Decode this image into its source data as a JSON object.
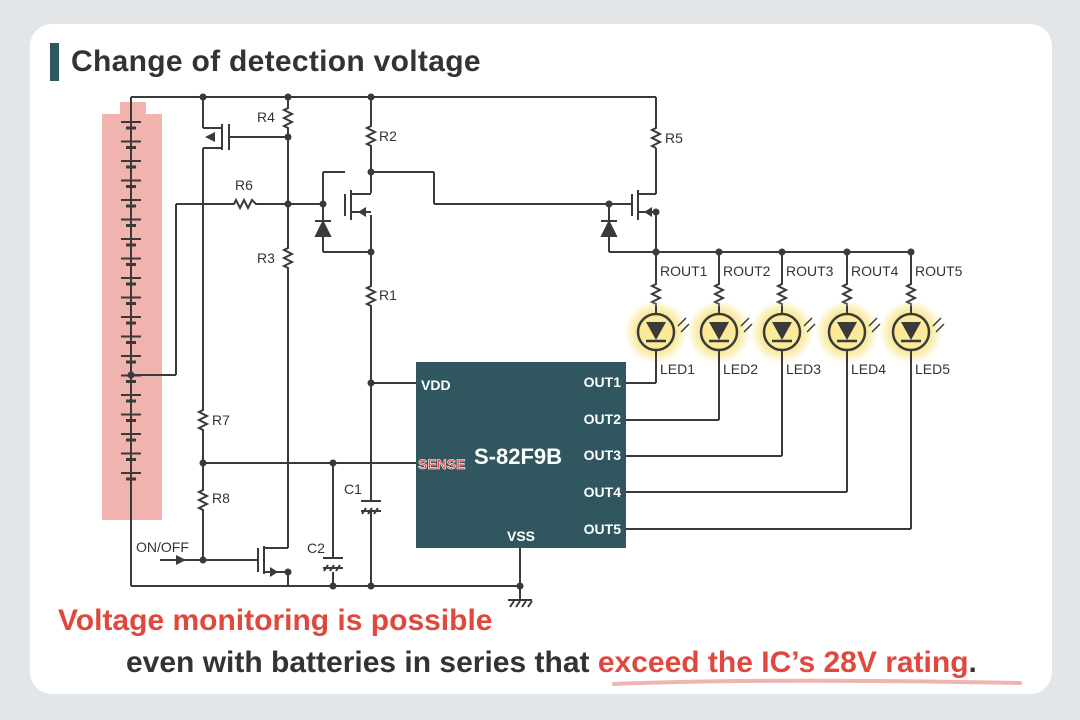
{
  "title": "Change of detection voltage",
  "components": {
    "r1": "R1",
    "r2": "R2",
    "r3": "R3",
    "r4": "R4",
    "r5": "R5",
    "r6": "R6",
    "r7": "R7",
    "r8": "R8",
    "c1": "C1",
    "c2": "C2",
    "on_off": "ON/OFF"
  },
  "ic": {
    "name": "S-82F9B",
    "vdd": "VDD",
    "sense": "SENSE",
    "vss": "VSS",
    "out1": "OUT1",
    "out2": "OUT2",
    "out3": "OUT3",
    "out4": "OUT4",
    "out5": "OUT5"
  },
  "leds": [
    {
      "rout": "ROUT1",
      "led": "LED1"
    },
    {
      "rout": "ROUT2",
      "led": "LED2"
    },
    {
      "rout": "ROUT3",
      "led": "LED3"
    },
    {
      "rout": "ROUT4",
      "led": "LED4"
    },
    {
      "rout": "ROUT5",
      "led": "LED5"
    }
  ],
  "caption": {
    "line1": "Voltage monitoring is possible",
    "line2_plain": "even with batteries in series that ",
    "line2_highlight": "exceed the IC’s 28V rating",
    "line2_end": "."
  },
  "colors": {
    "ic_fill": "#30575f",
    "battery_highlight": "#f0b3ad",
    "accent": "#e0483e",
    "led_glow": "#f7e27a",
    "wire": "#3a3a3a"
  }
}
